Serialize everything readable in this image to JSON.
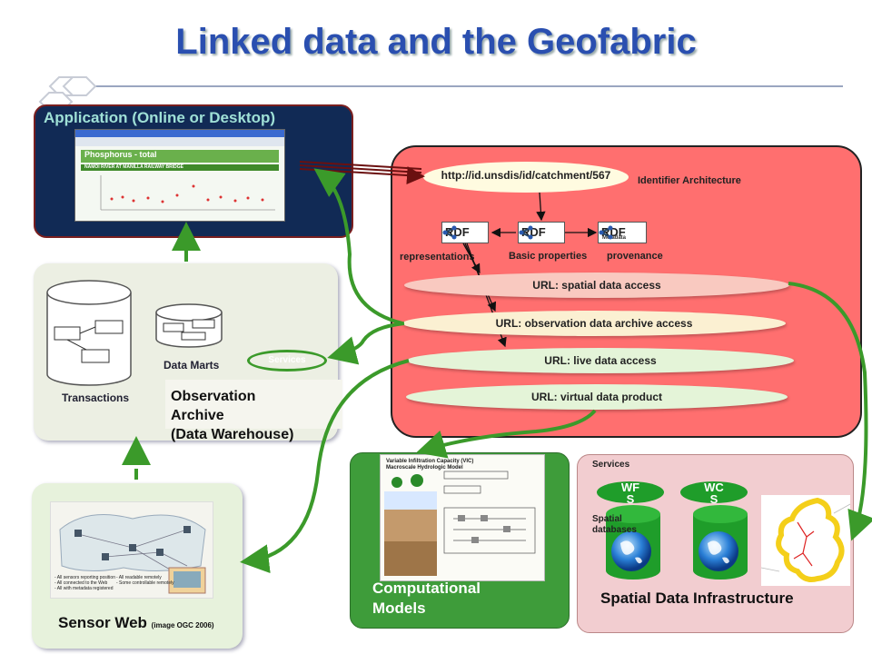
{
  "title": "Linked data and the Geofabric",
  "application": {
    "label": "Application (Online or Desktop)",
    "screenshot_title": "Phosphorus - total",
    "screenshot_subtitle": "NAMOI RIVER AT MANILLA RAILWAY BRIDGE"
  },
  "warehouse": {
    "transactions": "Transactions",
    "data_marts": "Data Marts",
    "services": "Services",
    "archive_line1": "Observation",
    "archive_line2": "Archive",
    "archive_line3": "(Data Warehouse)"
  },
  "sensor": {
    "label": "Sensor Web",
    "caption": "(image OGC 2006)",
    "notes": [
      "- All sensors reporting position",
      "- All connected to the Web",
      "- All with metadata registered",
      "- All readable remotely",
      "- Some controllable remotely"
    ]
  },
  "identifier": {
    "uri": "http://id.unsdis/id/catchment/567",
    "architecture": "Identifier Architecture",
    "rdf": "RDF",
    "rdf_meta": "Metadata",
    "representations": "representations",
    "basic_properties": "Basic properties",
    "provenance": "provenance",
    "url_spatial": "URL: spatial data access",
    "url_observation": "URL: observation data archive access",
    "url_live": "URL: live data access",
    "url_virtual": "URL: virtual data product"
  },
  "models": {
    "line1": "Computational",
    "line2": "Models",
    "img_title": "Variable Infiltration Capacity (VIC) Macroscale Hydrologic Model"
  },
  "sdi": {
    "services": "Services",
    "wfs_line1": "WF",
    "wfs_line2": "S",
    "wcs_line1": "WC",
    "wcs_line2": "S",
    "spatial_line1": "Spatial",
    "spatial_line2": "databases",
    "label": "Spatial Data Infrastructure"
  },
  "colors": {
    "title": "#2a4fb0",
    "identifier_box": "#ff6f6f",
    "models_box": "#3e9c3a",
    "arrow_green": "#3b9a2a"
  }
}
